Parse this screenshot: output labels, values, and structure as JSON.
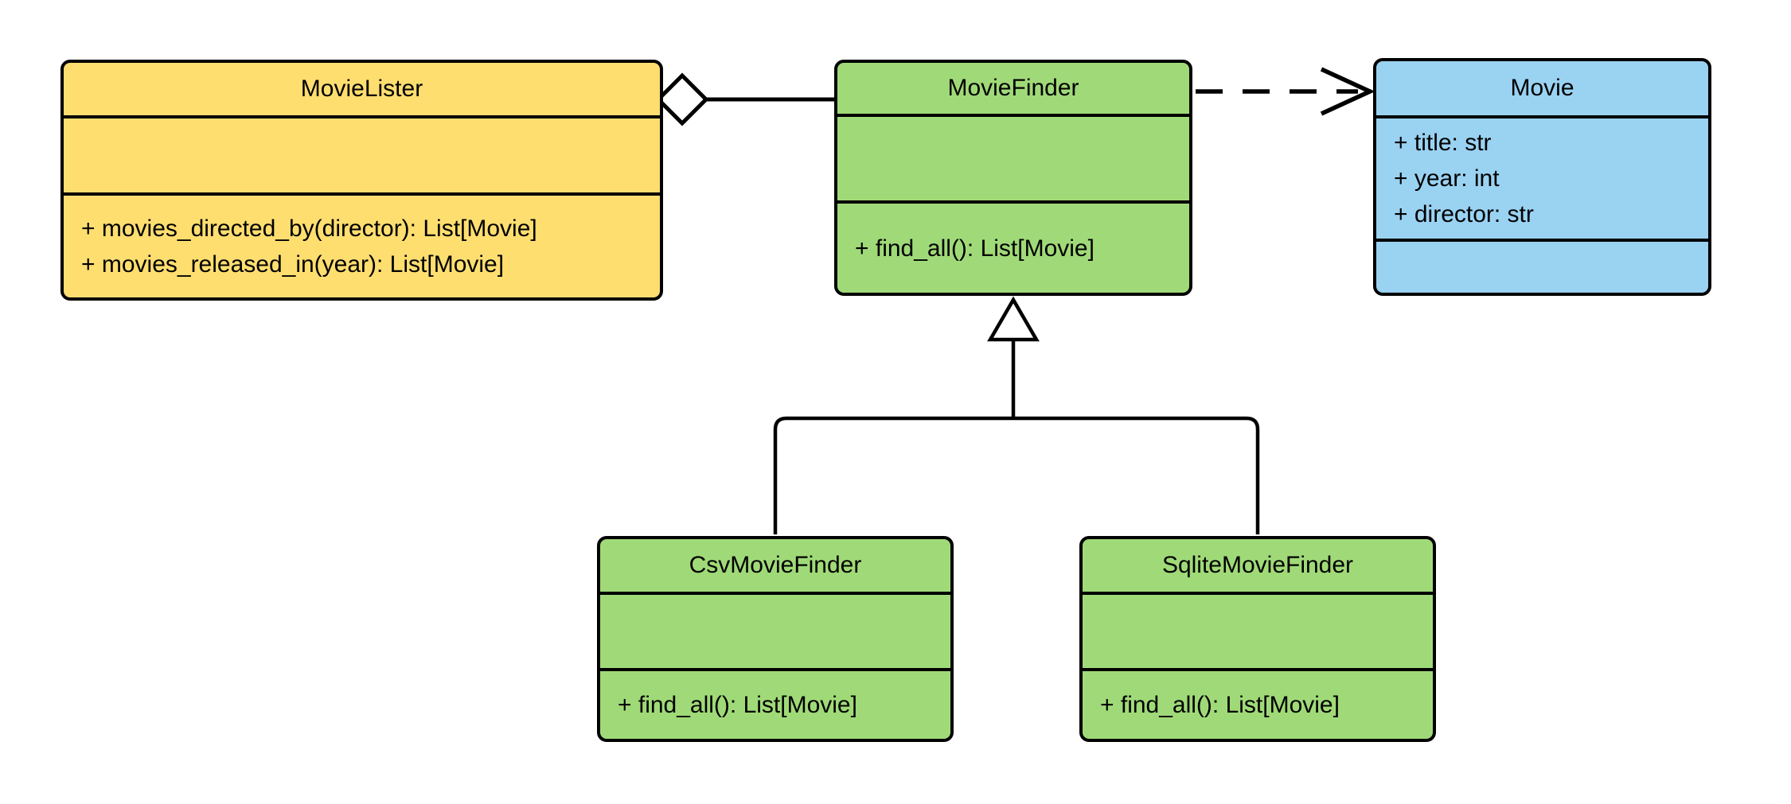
{
  "diagram": {
    "kind": "uml-class-diagram",
    "background": "#ffffff",
    "colors": {
      "lister_fill": "#FFDE70",
      "finder_fill": "#A0DA78",
      "movie_fill": "#9AD2F2",
      "stroke": "#000000"
    },
    "classes": [
      {
        "name": "MovieLister",
        "attributes": [],
        "methods": [
          "+ movies_directed_by(director): List[Movie]",
          "+ movies_released_in(year): List[Movie]"
        ]
      },
      {
        "name": "MovieFinder",
        "attributes": [],
        "methods": [
          "+ find_all(): List[Movie]"
        ]
      },
      {
        "name": "Movie",
        "attributes": [
          "+ title: str",
          "+ year: int",
          "+ director: str"
        ],
        "methods": []
      },
      {
        "name": "CsvMovieFinder",
        "attributes": [],
        "methods": [
          "+ find_all(): List[Movie]"
        ]
      },
      {
        "name": "SqliteMovieFinder",
        "attributes": [],
        "methods": [
          "+ find_all(): List[Movie]"
        ]
      }
    ],
    "relationships": [
      {
        "type": "aggregation",
        "from": "MovieLister",
        "to": "MovieFinder"
      },
      {
        "type": "dependency",
        "from": "MovieFinder",
        "to": "Movie"
      },
      {
        "type": "generalization",
        "from": "CsvMovieFinder",
        "to": "MovieFinder"
      },
      {
        "type": "generalization",
        "from": "SqliteMovieFinder",
        "to": "MovieFinder"
      }
    ]
  }
}
